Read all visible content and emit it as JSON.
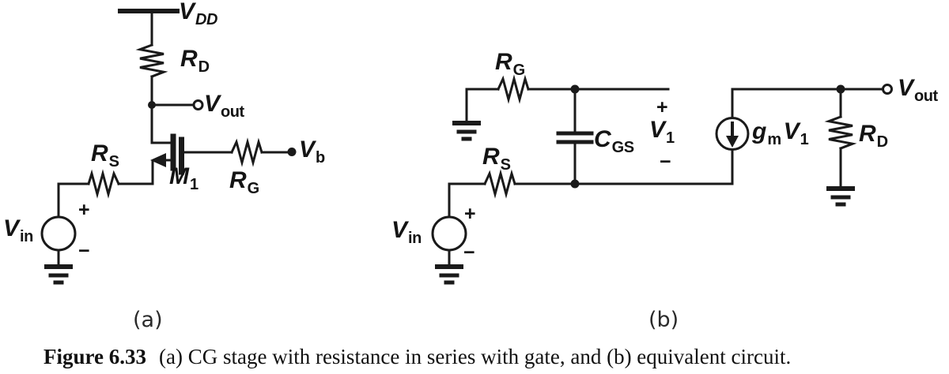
{
  "figure": {
    "caption_bold": "Figure 6.33",
    "caption_rest": "(a) CG stage with resistance in series with gate, and (b) equivalent circuit.",
    "label_a": "(a)",
    "label_b": "(b)"
  },
  "colors": {
    "ink": "#1a1a1a",
    "background": "#ffffff"
  },
  "circuit_a": {
    "vdd": {
      "base": "V",
      "sub": "DD"
    },
    "rd": {
      "base": "R",
      "sub": "D"
    },
    "vout": {
      "base": "V",
      "sub": "out"
    },
    "rs": {
      "base": "R",
      "sub": "S"
    },
    "rg": {
      "base": "R",
      "sub": "G"
    },
    "m1": {
      "base": "M",
      "sub": "1"
    },
    "vb": {
      "base": "V",
      "sub": "b"
    },
    "vin": {
      "base": "V",
      "sub": "in"
    },
    "plus": "+",
    "minus": "−"
  },
  "circuit_b": {
    "rg": {
      "base": "R",
      "sub": "G"
    },
    "rs": {
      "base": "R",
      "sub": "S"
    },
    "cgs": {
      "base": "C",
      "sub": "GS"
    },
    "v1": {
      "base": "V",
      "sub": "1"
    },
    "gm": {
      "base": "g",
      "sub": "m"
    },
    "gm_v1": {
      "base": "V",
      "sub": "1"
    },
    "rd": {
      "base": "R",
      "sub": "D"
    },
    "vout": {
      "base": "V",
      "sub": "out"
    },
    "vin": {
      "base": "V",
      "sub": "in"
    },
    "plus": "+",
    "minus": "−"
  }
}
